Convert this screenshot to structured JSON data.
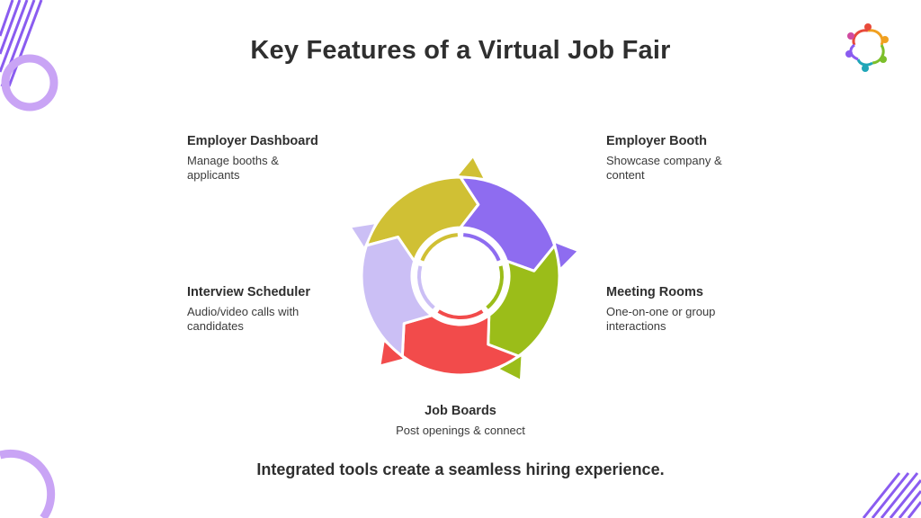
{
  "title": "Key Features of a Virtual Job Fair",
  "features": [
    {
      "name": "Employer Dashboard",
      "desc": "Manage booths & applicants",
      "color": "#d0c034"
    },
    {
      "name": "Employer Booth",
      "desc": "Showcase company & content",
      "color": "#8e6cf0"
    },
    {
      "name": "Meeting Rooms",
      "desc": "One-on-one or group interactions",
      "color": "#9bbd19"
    },
    {
      "name": "Job Boards",
      "desc": "Post openings & connect",
      "color": "#f24b4b"
    },
    {
      "name": "Interview Scheduler",
      "desc": "Audio/video calls with candidates",
      "color": "#cbbff5"
    }
  ],
  "footer": "Integrated tools create a seamless hiring experience.",
  "colors": {
    "accent_purple": "#b88cf0",
    "text": "#2f2f2f"
  }
}
